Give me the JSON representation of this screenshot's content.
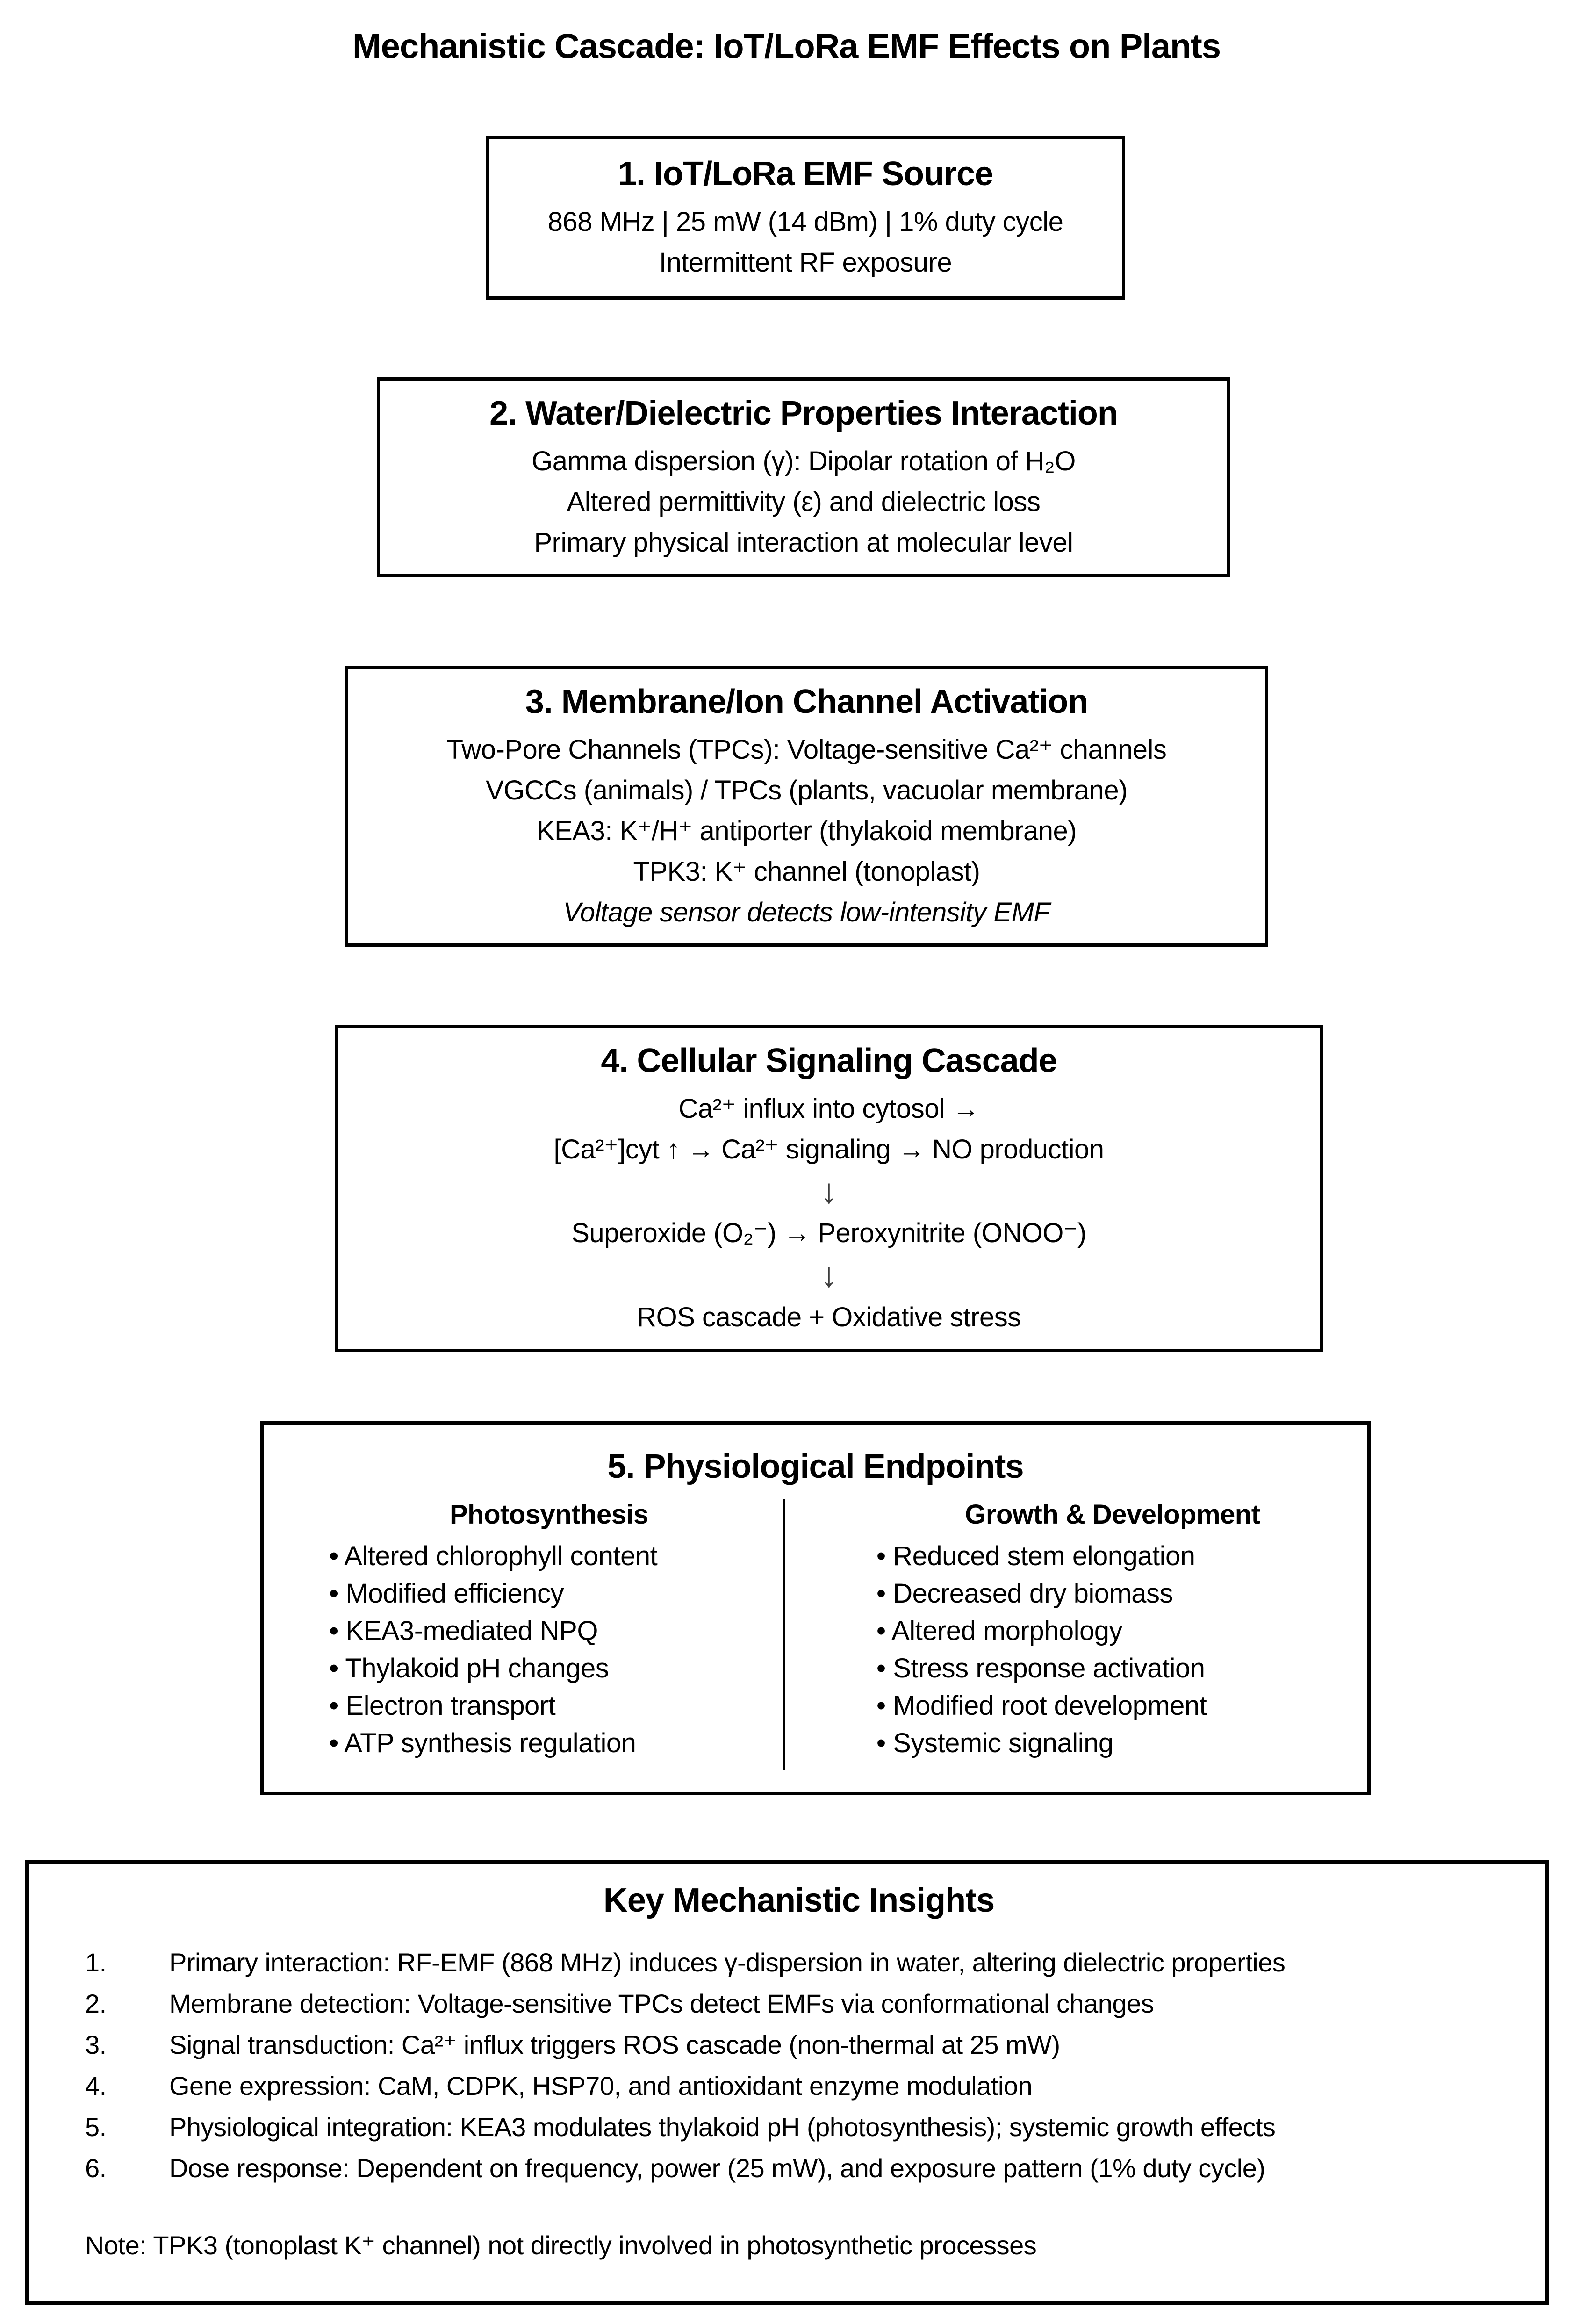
{
  "title": "Mechanistic Cascade: IoT/LoRa EMF Effects on Plants",
  "colors": {
    "background": "#ffffff",
    "text": "#000000",
    "border": "#000000"
  },
  "boxes": [
    {
      "heading": "1. IoT/LoRa EMF Source",
      "lines": [
        "868 MHz | 25 mW (14 dBm) | 1% duty cycle",
        "Intermittent RF exposure"
      ]
    },
    {
      "heading": "2. Water/Dielectric Properties Interaction",
      "lines": [
        "Gamma dispersion (γ): Dipolar rotation of H₂O",
        "Altered permittivity (ε) and dielectric loss",
        "Primary physical interaction at molecular level"
      ]
    },
    {
      "heading": "3. Membrane/Ion Channel Activation",
      "lines": [
        "Two-Pore Channels (TPCs): Voltage-sensitive Ca²⁺ channels",
        "VGCCs (animals) / TPCs (plants, vacuolar membrane)",
        "KEA3: K⁺/H⁺ antiporter (thylakoid membrane)",
        "TPK3: K⁺ channel (tonoplast)",
        "Voltage sensor detects low-intensity EMF"
      ]
    },
    {
      "heading": "4. Cellular Signaling Cascade",
      "lines": [
        "Ca²⁺ influx into cytosol →",
        "[Ca²⁺]cyt ↑ → Ca²⁺ signaling → NO production",
        "↓",
        "Superoxide (O₂⁻) → Peroxynitrite (ONOO⁻)",
        "↓",
        "ROS cascade + Oxidative stress"
      ]
    },
    {
      "heading": "5. Physiological Endpoints",
      "columns": [
        {
          "title": "Photosynthesis",
          "items": [
            "• Altered chlorophyll content",
            "• Modified efficiency",
            "• KEA3-mediated NPQ",
            "• Thylakoid pH changes",
            "• Electron transport",
            "• ATP synthesis regulation"
          ]
        },
        {
          "title": "Growth & Development",
          "items": [
            "• Reduced stem elongation",
            "• Decreased dry biomass",
            "• Altered morphology",
            "• Stress response activation",
            "• Modified root development",
            "• Systemic signaling"
          ]
        }
      ]
    }
  ],
  "insights": {
    "heading": "Key Mechanistic Insights",
    "items": [
      {
        "num": "1.",
        "text": "Primary interaction: RF-EMF (868 MHz) induces γ-dispersion in water, altering dielectric properties"
      },
      {
        "num": "2.",
        "text": "Membrane detection: Voltage-sensitive TPCs detect EMFs via conformational changes"
      },
      {
        "num": "3.",
        "text": "Signal transduction: Ca²⁺ influx triggers ROS cascade (non-thermal at 25 mW)"
      },
      {
        "num": "4.",
        "text": "Gene expression: CaM, CDPK, HSP70, and antioxidant enzyme modulation"
      },
      {
        "num": "5.",
        "text": "Physiological integration: KEA3 modulates thylakoid pH (photosynthesis); systemic growth effects"
      },
      {
        "num": "6.",
        "text": "Dose response: Dependent on frequency, power (25 mW), and exposure pattern (1% duty cycle)"
      }
    ],
    "note": "Note: TPK3 (tonoplast K⁺ channel) not directly involved in photosynthetic processes"
  }
}
